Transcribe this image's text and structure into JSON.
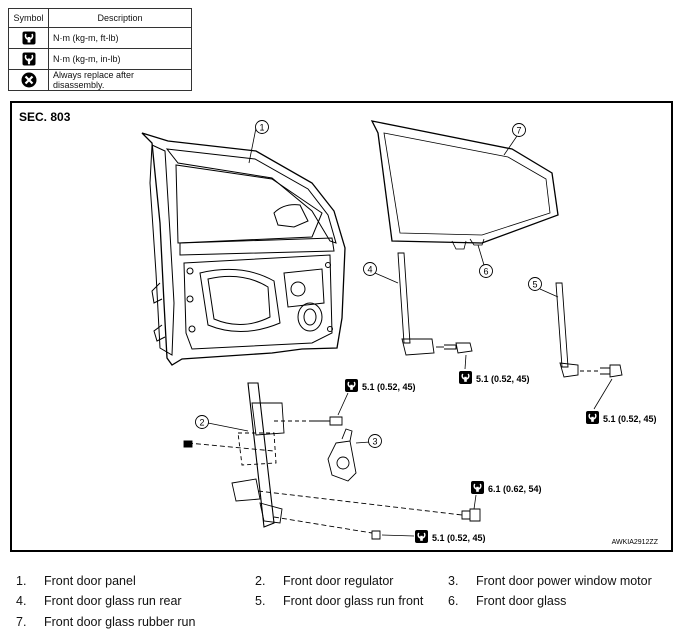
{
  "legend": {
    "header_symbol": "Symbol",
    "header_description": "Description",
    "rows": [
      {
        "icon": "torque-wrench-icon",
        "description": "N·m (kg-m, ft-lb)"
      },
      {
        "icon": "torque-wrench-small-icon",
        "description": "N·m (kg-m, in-lb)"
      },
      {
        "icon": "replace-after-disassembly-icon",
        "description": "Always replace after disassembly."
      }
    ]
  },
  "diagram": {
    "section_label": "SEC. 803",
    "figure_code": "AWKIA2912ZZ",
    "callouts": [
      "1",
      "2",
      "3",
      "4",
      "5",
      "6",
      "7"
    ],
    "torques": {
      "window_motor_bolt": "5.1 (0.52, 45)",
      "glass_run_rear_bolt": "5.1 (0.52, 45)",
      "glass_run_front_bolt": "5.1 (0.52, 45)",
      "regulator_bolt_mid": "6.1 (0.62, 54)",
      "regulator_bolt_low": "5.1 (0.52, 45)"
    }
  },
  "parts": [
    {
      "num": "1.",
      "name": "Front door panel"
    },
    {
      "num": "2.",
      "name": "Front door regulator"
    },
    {
      "num": "3.",
      "name": "Front door power window motor"
    },
    {
      "num": "4.",
      "name": "Front door glass run rear"
    },
    {
      "num": "5.",
      "name": "Front door glass run front"
    },
    {
      "num": "6.",
      "name": "Front door glass"
    },
    {
      "num": "7.",
      "name": "Front door glass rubber run"
    }
  ]
}
